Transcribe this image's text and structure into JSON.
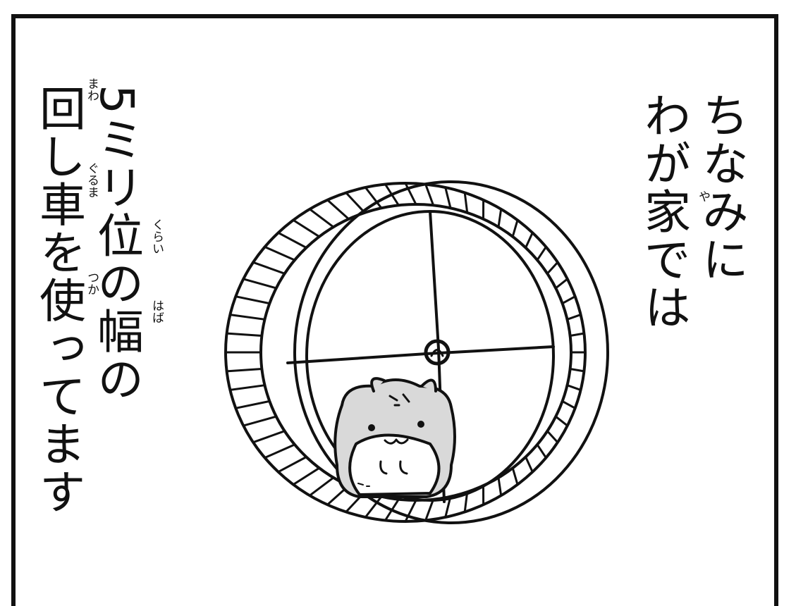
{
  "caption_right": {
    "lines": [
      "ちなみに",
      "わが家では"
    ],
    "ruby": {
      "ya": "や"
    }
  },
  "caption_left": {
    "lines": [
      "5ミリ位の幅の",
      "回し車を使ってます"
    ],
    "ruby": {
      "mawa": "まわ",
      "guruma": "ぐるま",
      "kurai": "くらい",
      "haba": "はば",
      "tsuka": "つか"
    }
  },
  "illustration": {
    "subject": "hamster-in-wheel",
    "ink_color": "#111111",
    "fur_shade_color": "#d9d9d9"
  }
}
